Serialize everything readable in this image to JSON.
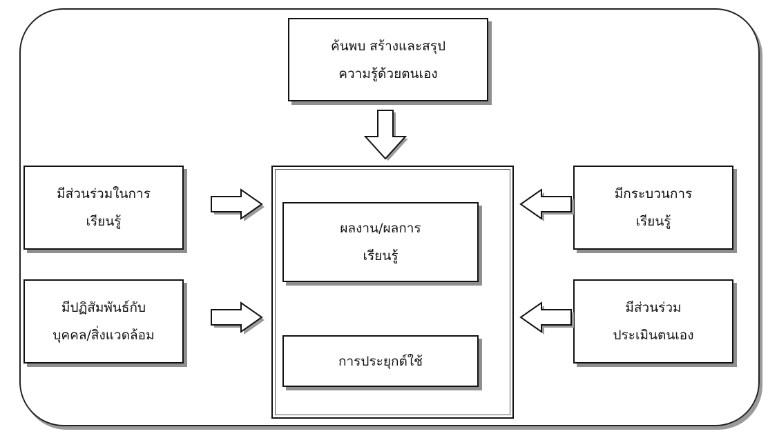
{
  "diagram": {
    "top": {
      "line1": "ค้นพบ สร้างและสรุป",
      "line2": "ความรู้ด้วยตนเอง"
    },
    "left_top": {
      "line1": "มีส่วนร่วมในการ",
      "line2": "เรียนรู้"
    },
    "left_bottom": {
      "line1": "มีปฏิสัมพันธ์กับ",
      "line2": "บุคคล/สิ่งแวดล้อม"
    },
    "right_top": {
      "line1": "มีกระบวนการ",
      "line2": "เรียนรู้"
    },
    "right_bottom": {
      "line1": "มีส่วนร่วม",
      "line2": "ประเมินตนเอง"
    },
    "center": {
      "result": {
        "line1": "ผลงาน/ผลการ",
        "line2": "เรียนรู้"
      },
      "application": "การประยุกต์ใช้"
    }
  }
}
